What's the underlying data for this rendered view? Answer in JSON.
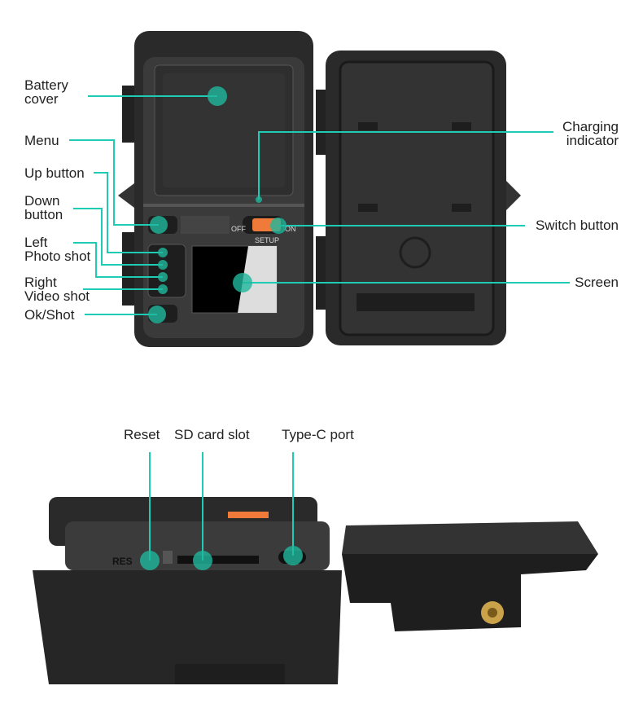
{
  "colors": {
    "accent": "#1ecbb5",
    "dot": "#1fa88f",
    "switch": "#f07a3a",
    "body": "#2b2b2b"
  },
  "front_view": {
    "labels": {
      "battery_cover": [
        "Battery",
        "cover"
      ],
      "menu": "Menu",
      "up_button": "Up button",
      "down_button": [
        "Down",
        "button"
      ],
      "left_photo_shot": [
        "Left",
        "Photo shot"
      ],
      "right_video_shot": [
        "Right",
        "Video shot"
      ],
      "ok_shot": "Ok/Shot",
      "charging_indicator": [
        "Charging",
        "indicator"
      ],
      "switch_button": "Switch button",
      "screen": "Screen"
    },
    "switch_marks": {
      "off": "OFF",
      "on": "ON",
      "setup": "SETUP"
    }
  },
  "bottom_view": {
    "labels": {
      "reset": "Reset",
      "sd_card_slot": "SD card slot",
      "type_c_port": "Type-C port"
    },
    "reset_mark": "RES"
  }
}
